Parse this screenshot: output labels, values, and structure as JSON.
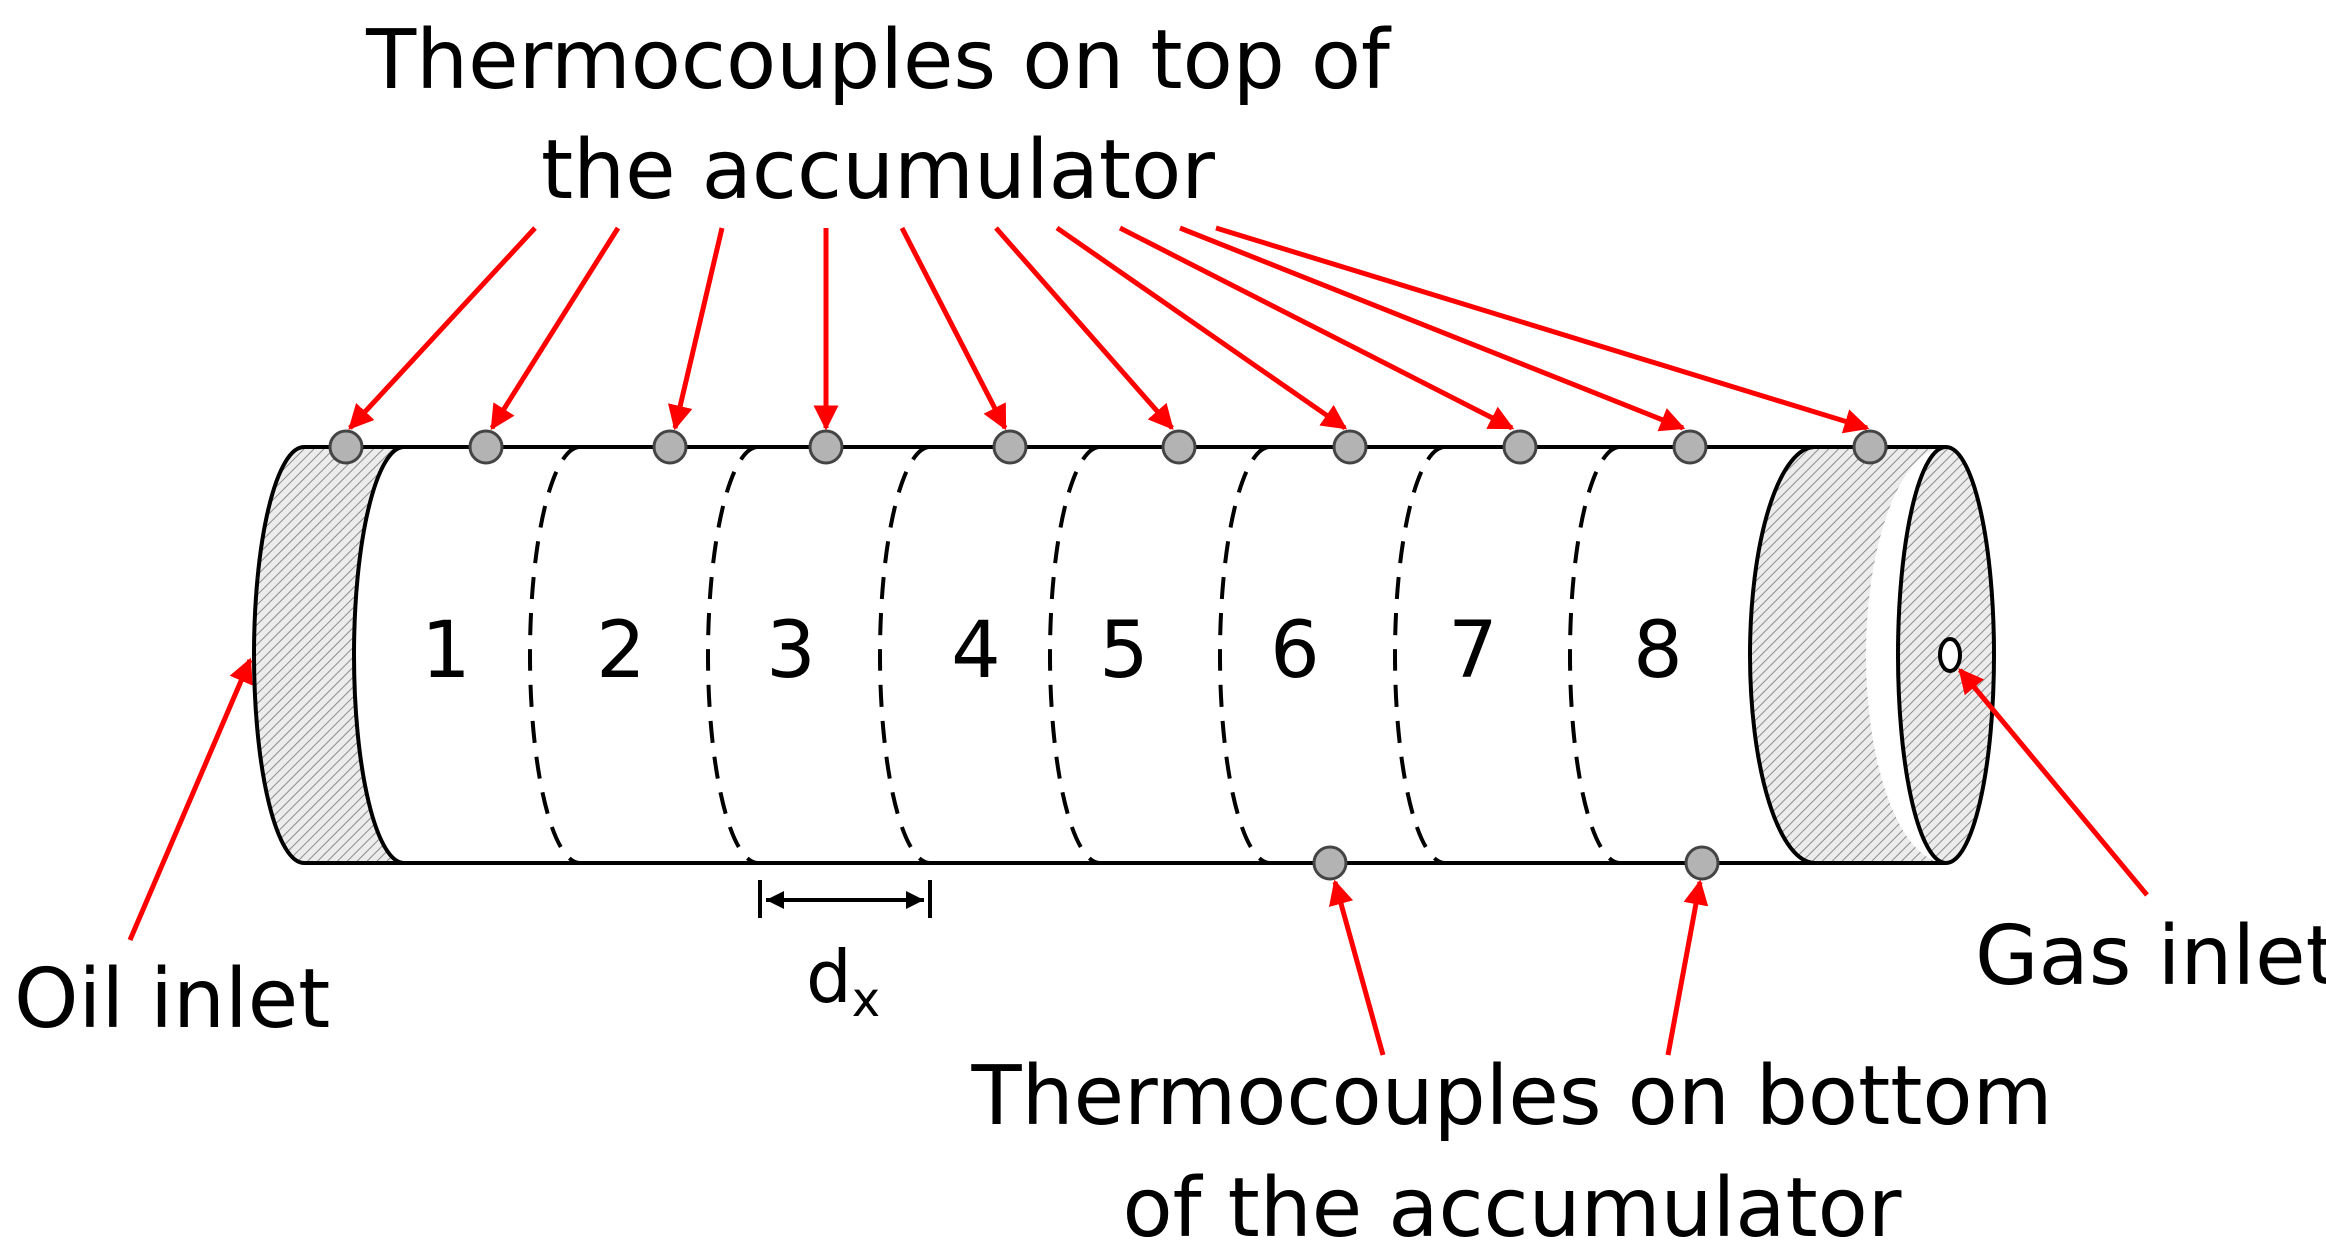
{
  "labels": {
    "top_line1": "Thermocouples on top of",
    "top_line2": "the accumulator",
    "bottom_line1": "Thermocouples on bottom",
    "bottom_line2": "of the accumulator",
    "oil_inlet": "Oil inlet",
    "gas_inlet": "Gas inlet",
    "dx_main": "d",
    "dx_sub": "x"
  },
  "segments": [
    "1",
    "2",
    "3",
    "4",
    "5",
    "6",
    "7",
    "8"
  ],
  "colors": {
    "arrow": "#ff0000",
    "outline": "#000000",
    "thermocouple_fill": "#b3b3b3",
    "hatch": "#9a9a9a"
  }
}
